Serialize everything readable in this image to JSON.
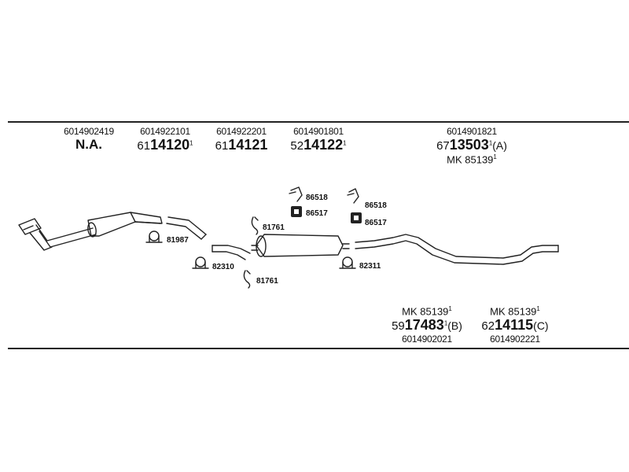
{
  "parts_top": [
    {
      "oe": "6014902419",
      "na": "N.A."
    },
    {
      "oe": "6014922101",
      "prefix": "61",
      "core": "14120",
      "sup": "1"
    },
    {
      "oe": "6014922201",
      "prefix": "61",
      "core": "14121"
    },
    {
      "oe": "6014901801",
      "prefix": "52",
      "core": "14122",
      "sup": "1"
    },
    {
      "oe": "6014901821",
      "prefix": "67",
      "core": "13503",
      "sup": "1",
      "suffix": "(A)",
      "mk": "MK 85139",
      "mk_sup": "1"
    }
  ],
  "parts_bottom": [
    {
      "mk": "MK 85139",
      "mk_sup": "1",
      "prefix": "59",
      "core": "17483",
      "sup": "1",
      "suffix": "(B)",
      "oe": "6014902021"
    },
    {
      "mk": "MK 85139",
      "mk_sup": "1",
      "prefix": "62",
      "core": "14115",
      "suffix": "(C)",
      "oe": "6014902221"
    }
  ],
  "callouts": {
    "c81987": "81987",
    "c82310": "82310",
    "c81761_a": "81761",
    "c81761_b": "81761",
    "c86518_a": "86518",
    "c86517_a": "86517",
    "c86518_b": "86518",
    "c86517_b": "86517",
    "c82311": "82311"
  }
}
